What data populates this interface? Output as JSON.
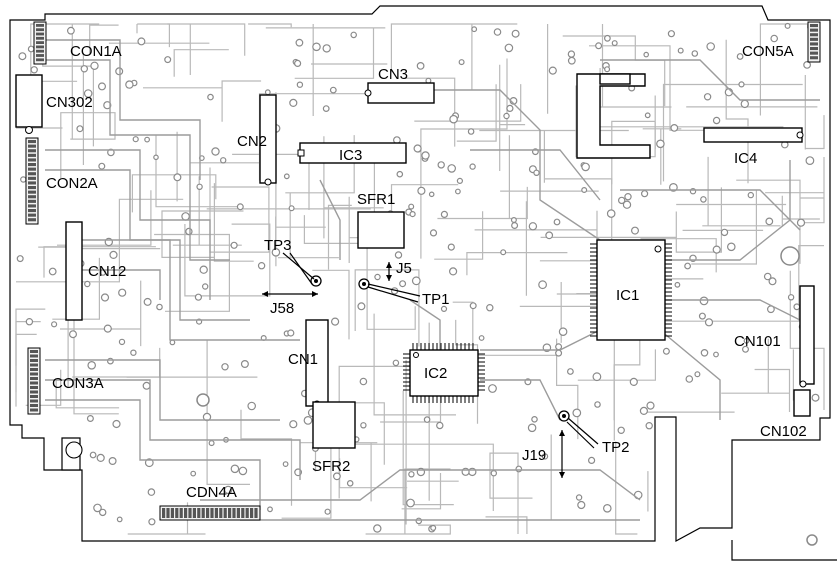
{
  "labels": {
    "con1a": "CON1A",
    "cn302": "CN302",
    "con2a": "CON2A",
    "cn12": "CN12",
    "con3a": "CON3A",
    "cdn4a": "CDN4A",
    "cn3": "CN3",
    "cn2": "CN2",
    "ic3": "IC3",
    "sfr1": "SFR1",
    "tp3": "TP3",
    "j58": "J58",
    "j5": "J5",
    "tp1": "TP1",
    "cn1": "CN1",
    "sfr2": "SFR2",
    "ic2": "IC2",
    "ic1": "IC1",
    "ic4": "IC4",
    "con5a": "CON5A",
    "cn101": "CN101",
    "cn102": "CN102",
    "tp2": "TP2",
    "j19": "J19"
  }
}
